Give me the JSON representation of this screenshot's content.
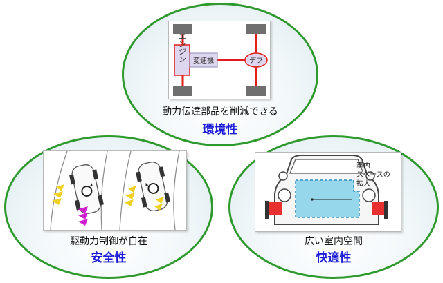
{
  "top": {
    "caption": "動力伝達部品を削減できる",
    "title": "環境性",
    "diagram": {
      "engine": "エンジン",
      "transmission": "変速機",
      "differential": "デフ"
    }
  },
  "left": {
    "caption": "駆動力制御が自在",
    "title": "安全性"
  },
  "right": {
    "caption": "広い室内空間",
    "title": "快適性",
    "annotation": [
      "車内",
      "スペースの",
      "拡大"
    ]
  },
  "colors": {
    "ellipse_border": "#2e9a2e",
    "title_text": "#1c1cd8",
    "drivetrain_line": "#e21b1b",
    "motor": "#e83030",
    "cabin_space": "#7fcfe8",
    "arrow_yellow": "#f0d020",
    "arrow_magenta": "#d020d0"
  }
}
